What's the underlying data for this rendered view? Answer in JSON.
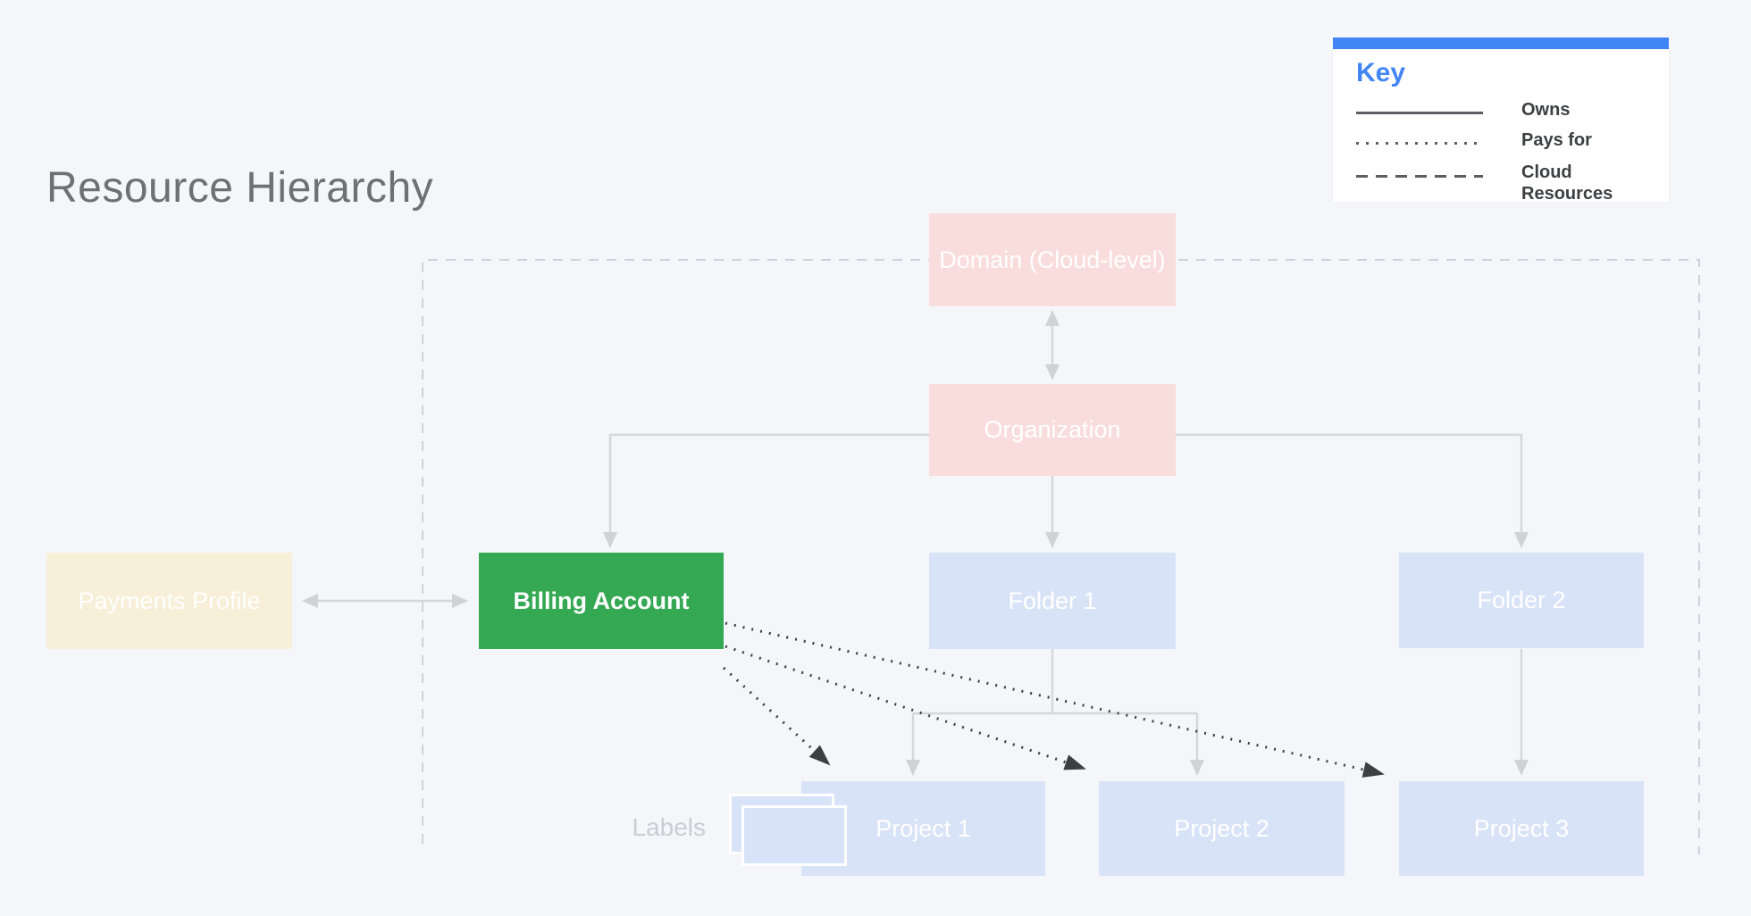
{
  "page": {
    "title": "Resource Hierarchy",
    "background_color": "#f5f6f9"
  },
  "key": {
    "title": "Key",
    "accent_color": "#4285f4",
    "line_color": "#5b5e63",
    "items": [
      {
        "style": "solid",
        "label": "Owns"
      },
      {
        "style": "dotted",
        "label": "Pays for"
      },
      {
        "style": "dashed",
        "label": "Cloud Resources"
      }
    ]
  },
  "nodes": {
    "domain": {
      "label": "Domain (Cloud-level)",
      "color": "#f9dddc"
    },
    "organization": {
      "label": "Organization",
      "color": "#f9dddc"
    },
    "payments_profile": {
      "label": "Payments Profile",
      "color": "#f8efd8"
    },
    "billing_account": {
      "label": "Billing Account",
      "color": "#34a853"
    },
    "folder1": {
      "label": "Folder 1",
      "color": "#d9e3f7"
    },
    "folder2": {
      "label": "Folder 2",
      "color": "#d9e3f7"
    },
    "project1": {
      "label": "Project 1",
      "color": "#d9e3f7"
    },
    "project2": {
      "label": "Project 2",
      "color": "#d9e3f7"
    },
    "project3": {
      "label": "Project 3",
      "color": "#d9e3f7"
    }
  },
  "labels_caption": "Labels",
  "colors": {
    "connector_gray": "#d6d7d9",
    "arrowhead_gray": "#d0d2d5",
    "dashed_boundary": "#ced1d6",
    "pays_for_dotted": "#3c4043",
    "node_text": "#ffffff",
    "title_text": "#6e7072"
  }
}
